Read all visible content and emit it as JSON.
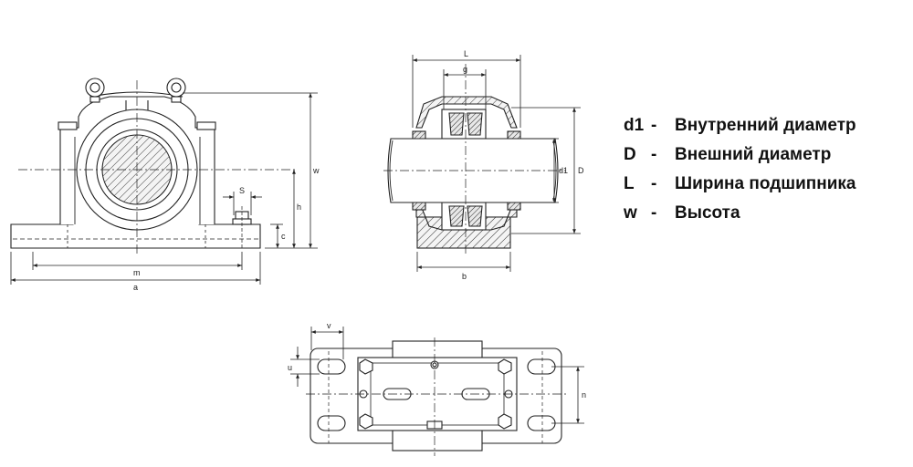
{
  "front_view": {
    "labels": {
      "w": "w",
      "h": "h",
      "c": "c",
      "s": "S",
      "m": "m",
      "a": "a"
    }
  },
  "side_view": {
    "labels": {
      "L": "L",
      "g": "g",
      "d1": "d1",
      "D": "D",
      "b": "b"
    }
  },
  "top_view": {
    "labels": {
      "v": "v",
      "u": "u",
      "n": "n"
    }
  },
  "legend": [
    {
      "symbol": "d1",
      "dash": "-",
      "text": "Внутренний диаметр"
    },
    {
      "symbol": "D",
      "dash": "-",
      "text": "Внешний диаметр"
    },
    {
      "symbol": "L",
      "dash": "-",
      "text": "Ширина подшипника"
    },
    {
      "symbol": "w",
      "dash": "-",
      "text": "Высота"
    }
  ]
}
